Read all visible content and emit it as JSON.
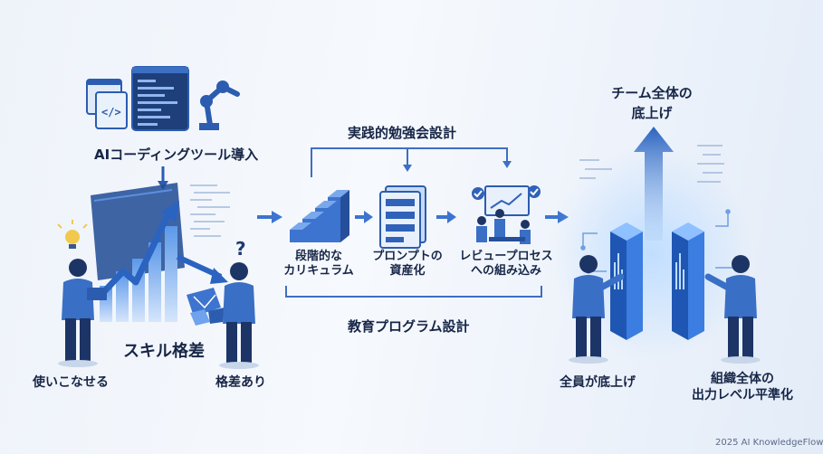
{
  "left": {
    "tool_intro": "AIコーディングツール導入",
    "skill_gap": "スキル格差",
    "can_use": "使いこなせる",
    "has_gap": "格差あり"
  },
  "middle": {
    "study_design": "実践的勉強会設計",
    "step1_line1": "段階的な",
    "step1_line2": "カリキュラム",
    "step2_line1": "プロンプトの",
    "step2_line2": "資産化",
    "step3_line1": "レビュープロセス",
    "step3_line2": "への組み込み",
    "program_design": "教育プログラム設計"
  },
  "right": {
    "team_line1": "チーム全体の",
    "team_line2": "底上げ",
    "all_raise": "全員が底上げ",
    "org_line1": "組織全体の",
    "org_line2": "出力レベル平準化"
  },
  "footer": {
    "credit": "2025 AI KnowledgeFlow"
  },
  "colors": {
    "primary": "#2f62b8",
    "dark": "#1b3a73",
    "accent": "#4f8fe6",
    "text": "#172647"
  }
}
